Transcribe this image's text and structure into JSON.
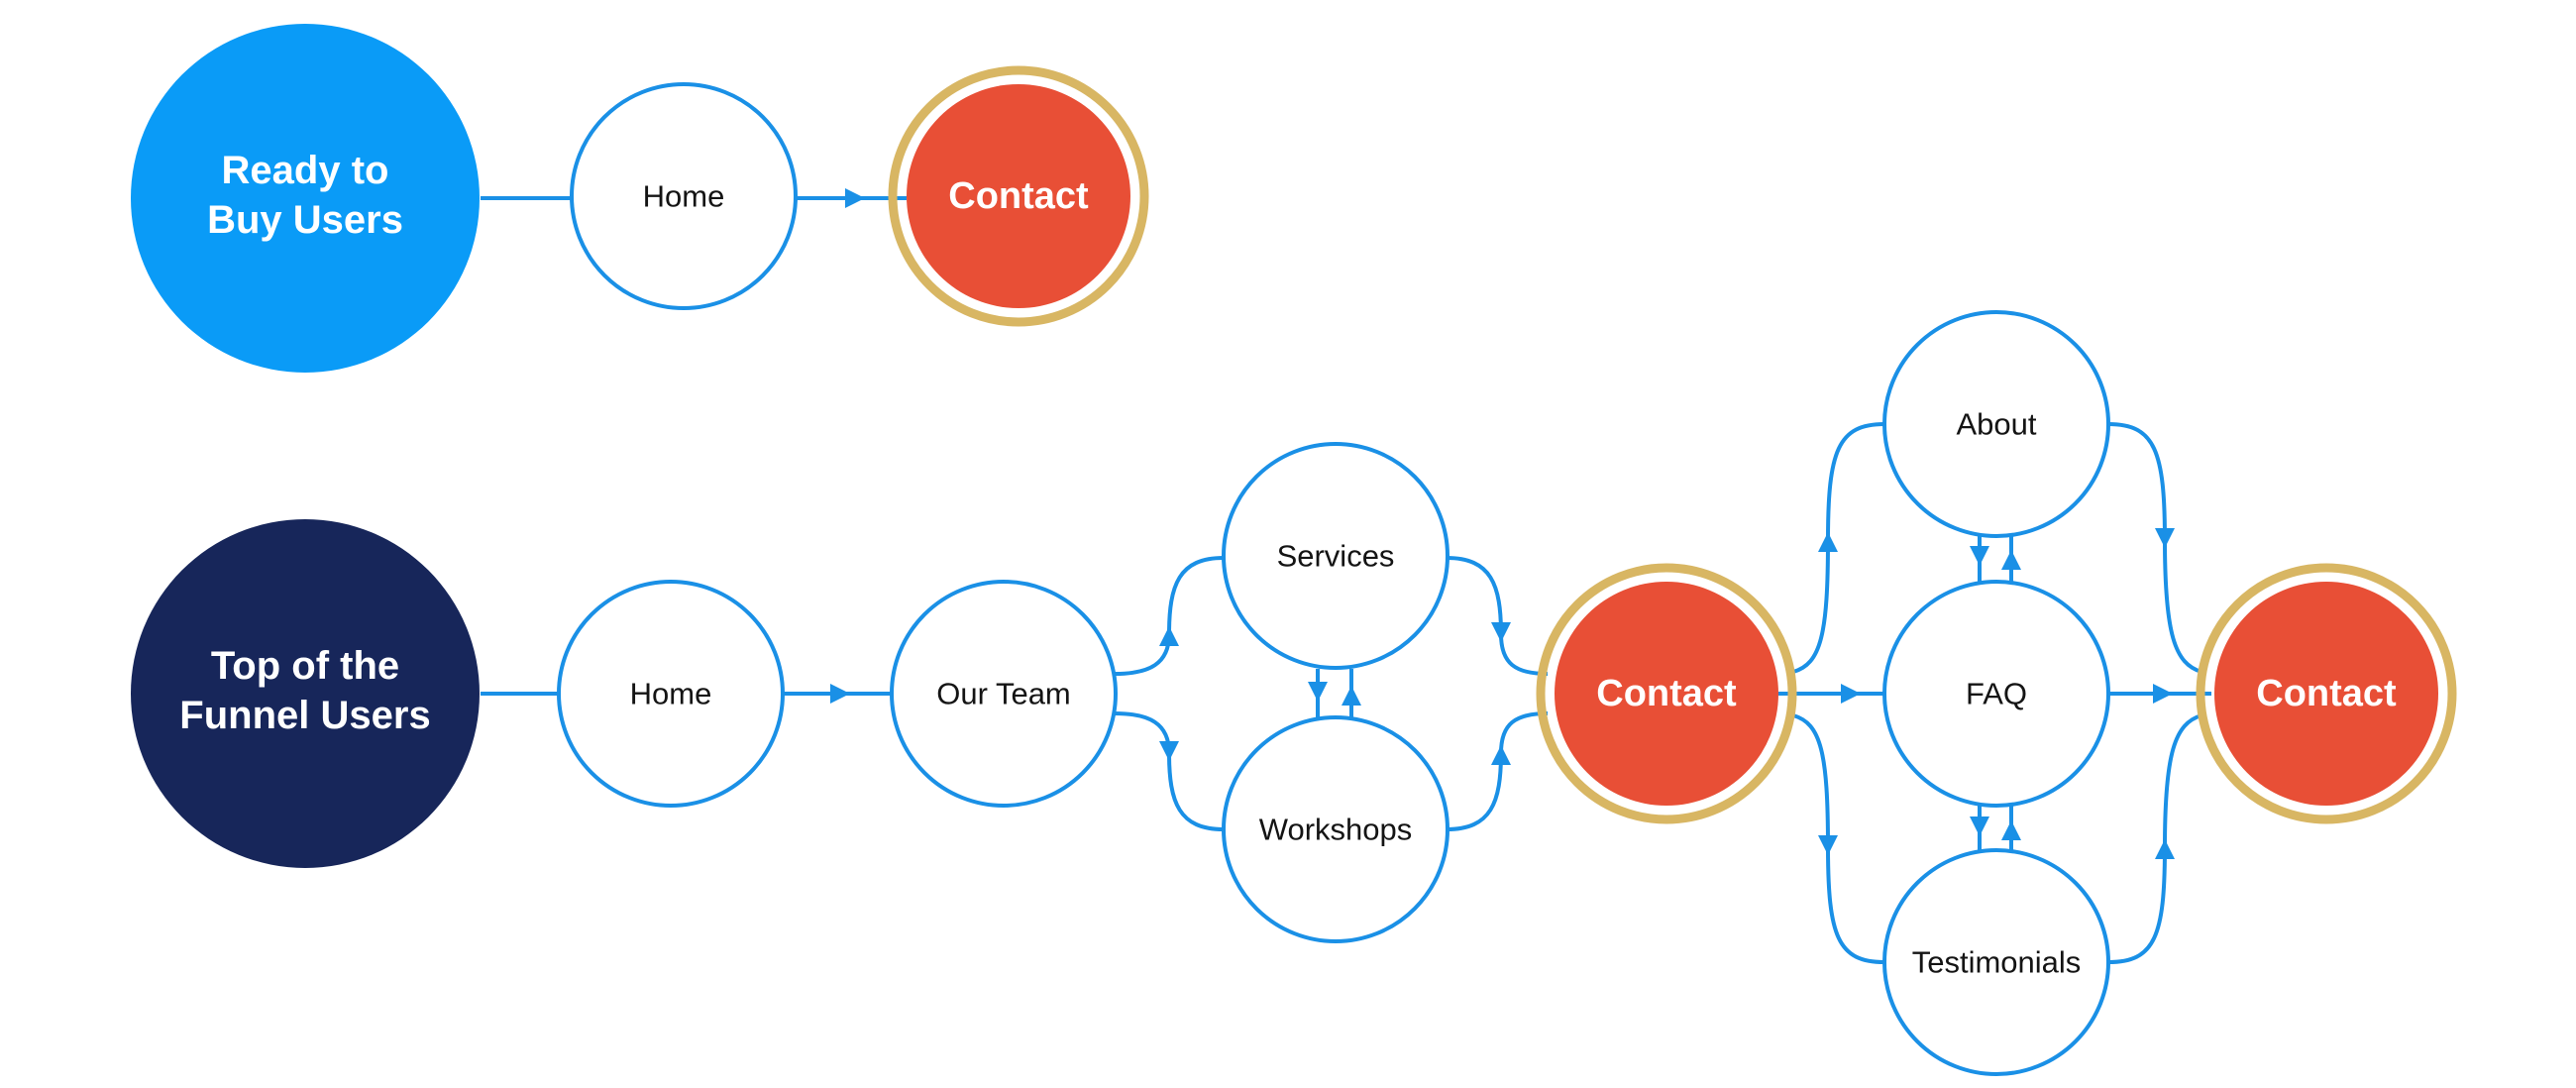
{
  "colors": {
    "line": "#1a90e6",
    "ready_circle": "#0a9bf7",
    "funnel_circle": "#17265a",
    "contact_fill": "#e84f36",
    "contact_ring": "#d8b663",
    "node_fill": "#ffffff",
    "node_text": "#141414",
    "white_text": "#ffffff"
  },
  "ready_row": {
    "user_group": {
      "line1": "Ready to",
      "line2": "Buy Users"
    },
    "home": "Home",
    "contact": "Contact"
  },
  "funnel_row": {
    "user_group": {
      "line1": "Top of the",
      "line2": "Funnel Users"
    },
    "home": "Home",
    "our_team": "Our Team",
    "services": "Services",
    "workshops": "Workshops",
    "contact_1": "Contact",
    "about": "About",
    "faq": "FAQ",
    "testimonials": "Testimonials",
    "contact_2": "Contact"
  }
}
